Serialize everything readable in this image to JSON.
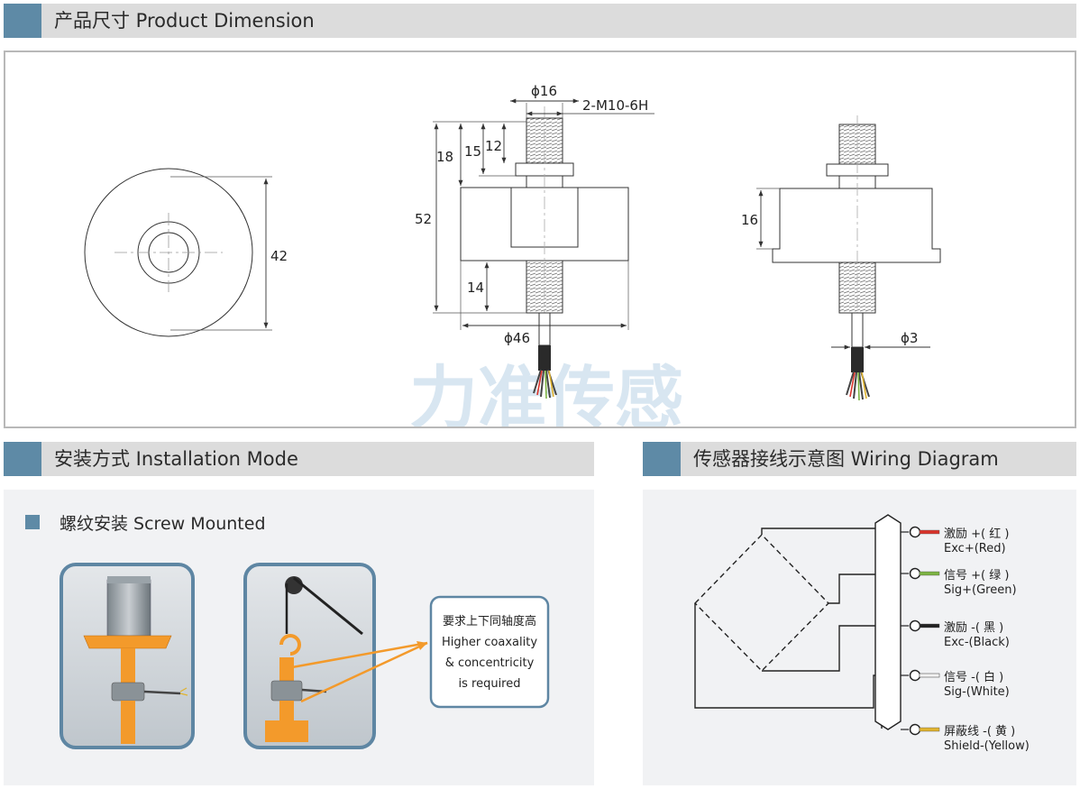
{
  "sections": {
    "dimension": {
      "title": "产品尺寸 Product Dimension"
    },
    "installation": {
      "title": "安装方式 Installation Mode",
      "subtitle": "螺纹安装 Screw Mounted"
    },
    "wiring": {
      "title": "传感器接线示意图 Wiring Diagram"
    }
  },
  "dimensions": {
    "d42": "42",
    "phi16": "ϕ16",
    "thread": "2-M10-6H",
    "d18": "18",
    "d15": "15",
    "d12": "12",
    "d52": "52",
    "d14": "14",
    "phi46": "ϕ46",
    "d16": "16",
    "phi3": "ϕ3"
  },
  "watermark": "力准传感",
  "callout": {
    "line1": "要求上下同轴度高",
    "line2": "Higher coaxality",
    "line3": "& concentricity",
    "line4": "is required"
  },
  "wires": [
    {
      "cn": "激励 +( 红 )",
      "en": "Exc+(Red)",
      "color": "#d9342b"
    },
    {
      "cn": "信号 +( 绿 )",
      "en": "Sig+(Green)",
      "color": "#7cb342"
    },
    {
      "cn": "激励 -( 黑 )",
      "en": "Exc-(Black)",
      "color": "#222222"
    },
    {
      "cn": "信号 -( 白 )",
      "en": "Sig-(White)",
      "color": "#f2f2f2"
    },
    {
      "cn": "屏蔽线 -( 黄 )",
      "en": "Shield-(Yellow)",
      "color": "#e0b32e"
    }
  ],
  "colors": {
    "accent": "#5e8aa6",
    "header_bg": "#dcdcdc",
    "orange": "#f39a2b",
    "frame": "#5e86a3"
  }
}
